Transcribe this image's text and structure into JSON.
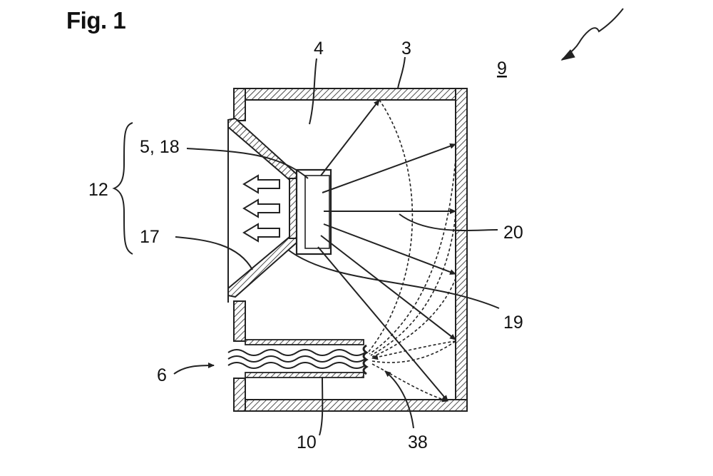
{
  "figure": {
    "title": "Fig. 1"
  },
  "labels": {
    "speaker_system": "9",
    "housing": "3",
    "interior": "4",
    "driver": "5, 18",
    "assembly": "12",
    "membrane": "17",
    "reflection": "19",
    "waves": "20",
    "port": "6",
    "duct": "10",
    "absorber": "38"
  }
}
